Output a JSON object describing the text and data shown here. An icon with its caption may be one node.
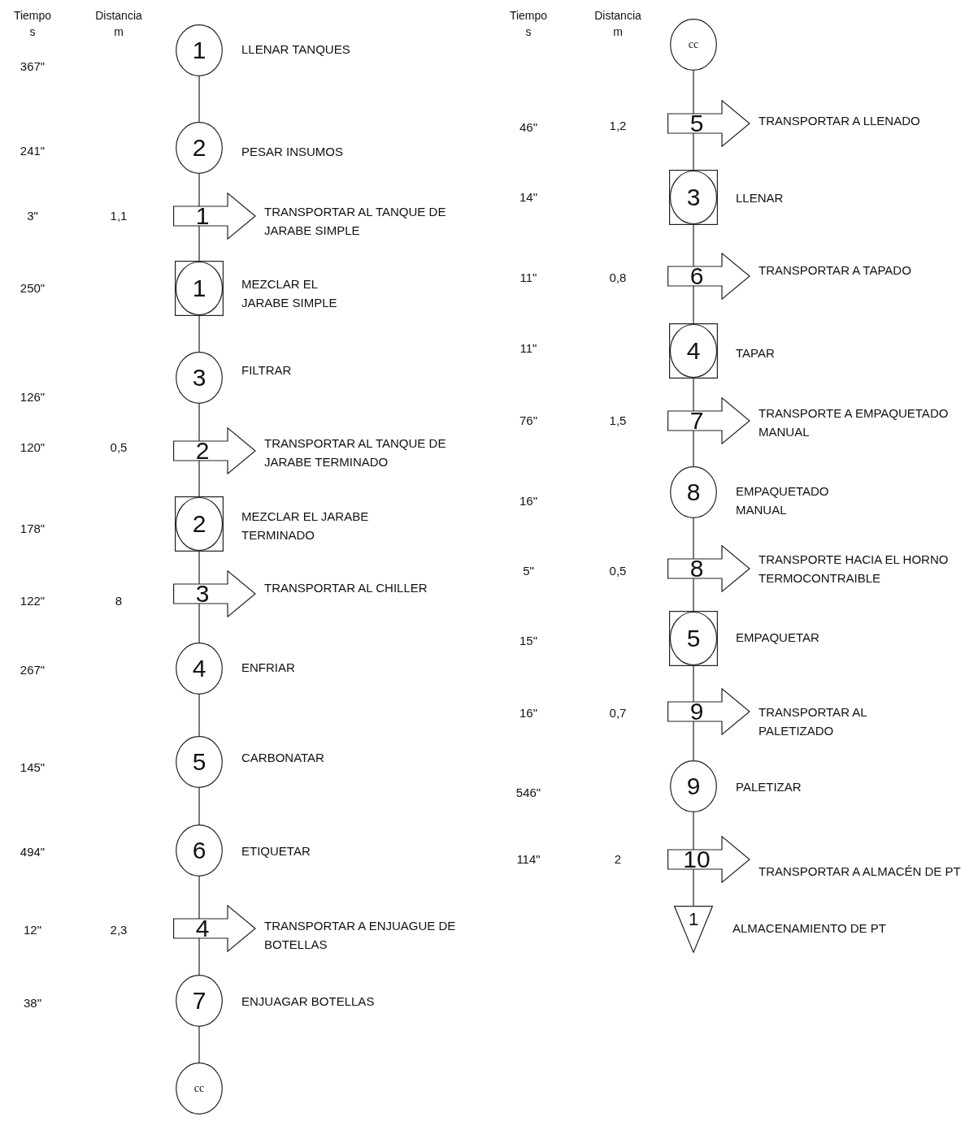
{
  "diagram": {
    "nodes": [
      {
        "text": [
          "1",
          "LLENAR TANQUES"
        ]
      },
      {
        "text": [
          "2",
          "PESAR INSUMOS"
        ]
      },
      {
        "text": [
          "1",
          "TRANSPORTAR AL TANQUE DE JARABE SIMPLE"
        ]
      },
      {
        "text": [
          "1",
          "MEZCLAR EL JARABE SIMPLE"
        ]
      },
      {
        "text": [
          "3",
          "FILTRAR"
        ]
      },
      {
        "text": [
          "2",
          "TRANSPORTAR AL TANQUE DE JARABE TERMINADO"
        ]
      },
      {
        "text": [
          "2",
          "MEZCLAR EL JARABE TERMINADO"
        ]
      },
      {
        "text": [
          "3",
          "TRANSPORTAR AL CHILLER"
        ]
      },
      {
        "text": [
          "4",
          "ENFRIAR"
        ]
      },
      {
        "text": [
          "5",
          "CARBONATAR"
        ]
      },
      {
        "text": [
          "6",
          "ETIQUETAR"
        ]
      },
      {
        "text": [
          "4",
          "TRANSPORTAR A ENJUAGUE DE BOTELLAS"
        ]
      },
      {
        "text": [
          "7",
          "ENJUAGAR BOTELLAS"
        ]
      },
      {
        "text": [
          "cc"
        ]
      },
      {
        "text": [
          "cc"
        ]
      },
      {
        "text": [
          "5",
          "TRANSPORTAR A LLENADO"
        ]
      },
      {
        "text": [
          "3",
          "LLENAR"
        ]
      },
      {
        "text": [
          "6",
          "TRANSPORTAR A TAPADO"
        ]
      },
      {
        "text": [
          "4",
          "TAPAR"
        ]
      },
      {
        "text": [
          "7",
          "TRANSPORTE A EMPAQUETADO MANUAL"
        ]
      },
      {
        "text": [
          "8",
          "EMPAQUETADO MANUAL"
        ]
      },
      {
        "text": [
          "8",
          "TRANSPORTE HACIA EL HORNO TERMOCONTRAIBLE"
        ]
      },
      {
        "text": [
          "5",
          "EMPAQUETAR"
        ]
      },
      {
        "text": [
          "9",
          "TRANSPORTAR AL PALETIZADO"
        ]
      },
      {
        "text": [
          "9",
          "PALETIZAR"
        ]
      },
      {
        "text": [
          "10",
          "TRANSPORTAR A ALMACÉN DE PT"
        ]
      },
      {
        "text": [
          "1",
          "ALMACENAMIENTO DE PT"
        ]
      }
    ],
    "edges": [
      {
        "from": 0,
        "to": 1,
        "arrow": "none"
      },
      {
        "from": 1,
        "to": 2,
        "arrow": "none"
      },
      {
        "from": 2,
        "to": 3,
        "arrow": "none"
      },
      {
        "from": 3,
        "to": 4,
        "arrow": "none"
      },
      {
        "from": 4,
        "to": 5,
        "arrow": "none"
      },
      {
        "from": 5,
        "to": 6,
        "arrow": "none"
      },
      {
        "from": 6,
        "to": 7,
        "arrow": "none"
      },
      {
        "from": 7,
        "to": 8,
        "arrow": "none"
      },
      {
        "from": 8,
        "to": 9,
        "arrow": "none"
      },
      {
        "from": 9,
        "to": 10,
        "arrow": "none"
      },
      {
        "from": 10,
        "to": 11,
        "arrow": "none"
      },
      {
        "from": 11,
        "to": 12,
        "arrow": "none"
      },
      {
        "from": 12,
        "to": 13,
        "arrow": "none"
      },
      {
        "from": 14,
        "to": 15,
        "arrow": "none"
      },
      {
        "from": 15,
        "to": 16,
        "arrow": "none"
      },
      {
        "from": 16,
        "to": 17,
        "arrow": "none"
      },
      {
        "from": 17,
        "to": 18,
        "arrow": "none"
      },
      {
        "from": 18,
        "to": 19,
        "arrow": "none"
      },
      {
        "from": 19,
        "to": 20,
        "arrow": "none"
      },
      {
        "from": 20,
        "to": 21,
        "arrow": "none"
      },
      {
        "from": 21,
        "to": 22,
        "arrow": "none"
      },
      {
        "from": 22,
        "to": 23,
        "arrow": "none"
      },
      {
        "from": 23,
        "to": 24,
        "arrow": "none"
      },
      {
        "from": 24,
        "to": 25,
        "arrow": "none"
      },
      {
        "from": 25,
        "to": 26,
        "arrow": "none"
      }
    ],
    "labels": [
      "Tiempo",
      "s",
      "Distancia",
      "m",
      "367\"",
      "241\"",
      "3\"",
      "1,1",
      "250\"",
      "126\"",
      "120\"",
      "0,5",
      "178\"",
      "122\"",
      "8",
      "267\"",
      "145\"",
      "494\"",
      "12\"",
      "2,3",
      "38\"",
      "Tiempo",
      "s",
      "Distancia",
      "m",
      "46\"",
      "1,2",
      "14\"",
      "11\"",
      "0,8",
      "11\"",
      "76\"",
      "1,5",
      "16\"",
      "5\"",
      "0,5",
      "15\"",
      "16\"",
      "0,7",
      "546\"",
      "114\"",
      "2"
    ]
  }
}
